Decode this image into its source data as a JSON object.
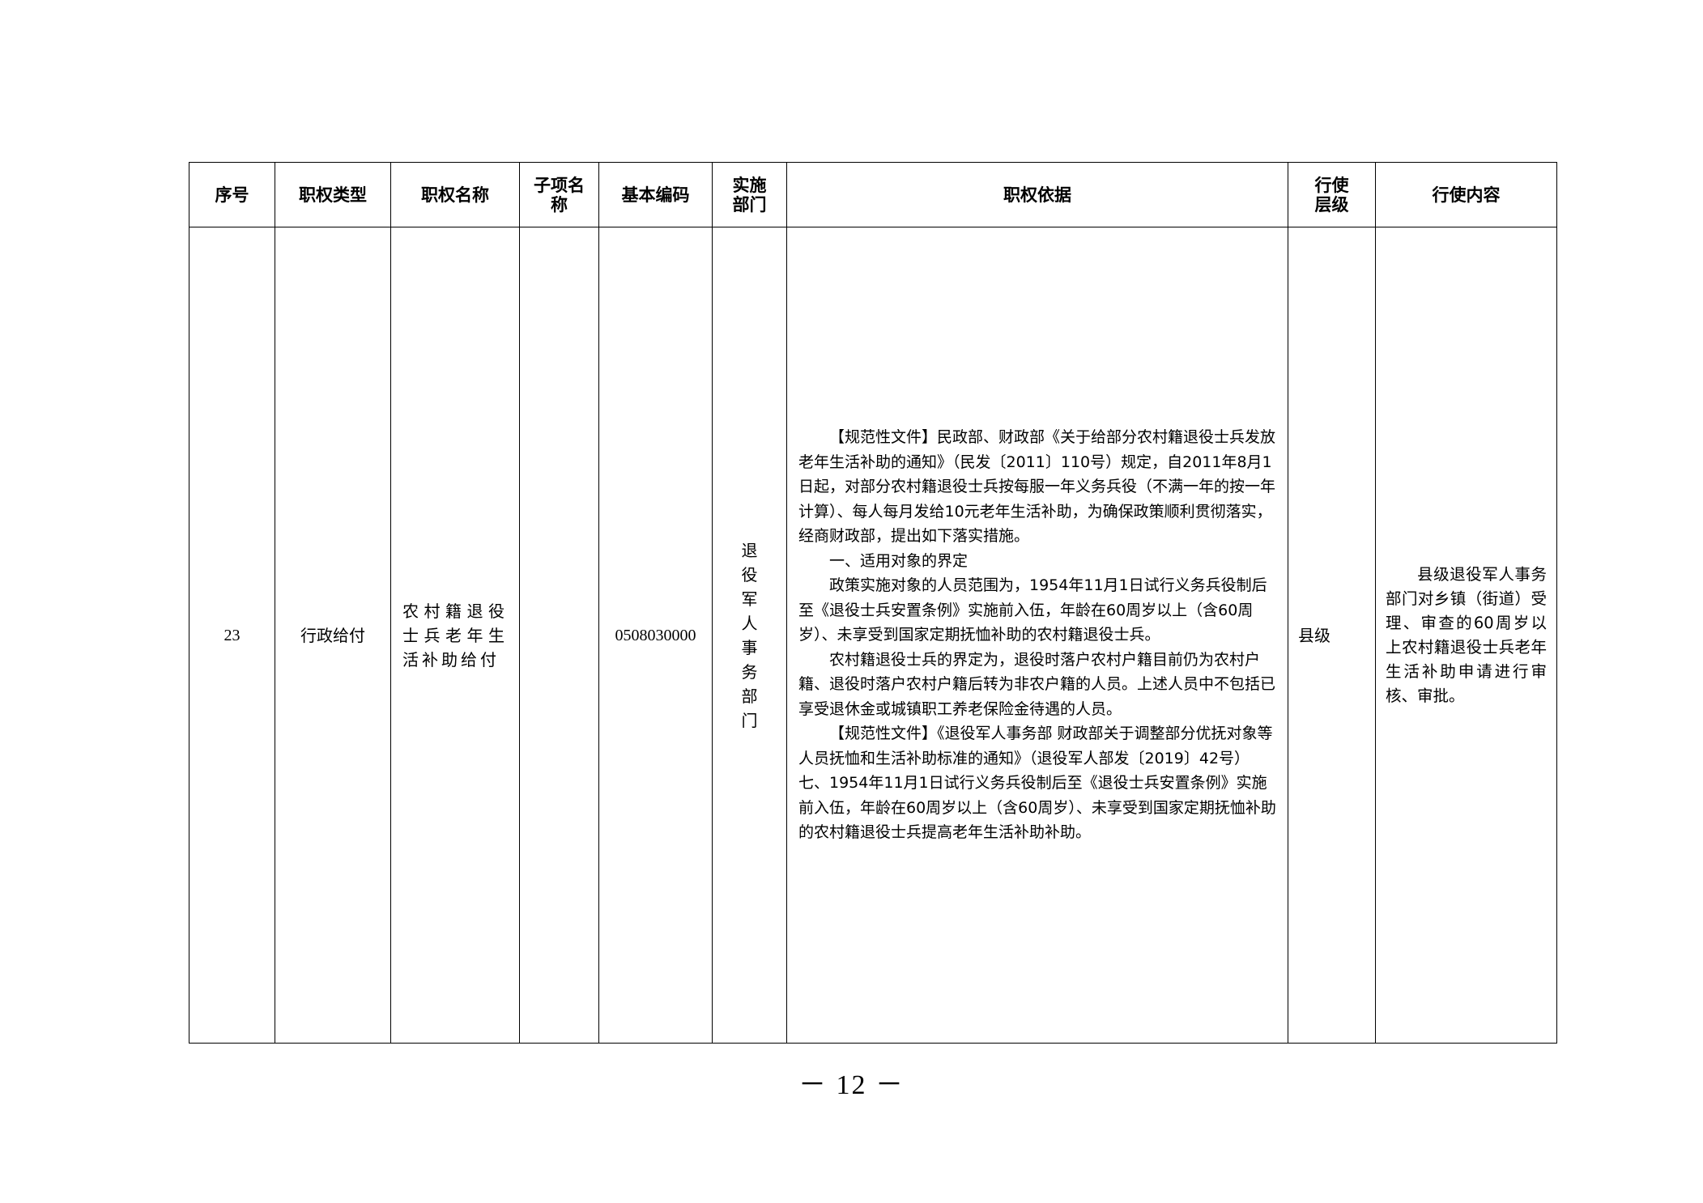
{
  "table": {
    "headers": [
      "序号",
      "职权类型",
      "职权名称",
      "子项名称",
      "基本编码",
      "实施部门",
      "职权依据",
      "行使层级",
      "行使内容"
    ],
    "row": {
      "seq": "23",
      "type": "行政给付",
      "name": "农村籍退役士兵老年生活补助给付",
      "subitem": "",
      "code": "0508030000",
      "department": "退役军人事务部门",
      "basis": [
        "【规范性文件】民政部、财政部《关于给部分农村籍退役士兵发放老年生活补助的通知》（民发〔2011〕110号）规定，自2011年8月1日起，对部分农村籍退役士兵按每服一年义务兵役（不满一年的按一年计算）、每人每月发给10元老年生活补助，为确保政策顺利贯彻落实，经商财政部，提出如下落实措施。",
        "一、适用对象的界定",
        "政策实施对象的人员范围为，1954年11月1日试行义务兵役制后至《退役士兵安置条例》实施前入伍，年龄在60周岁以上（含60周岁）、未享受到国家定期抚恤补助的农村籍退役士兵。",
        "农村籍退役士兵的界定为，退役时落户农村户籍目前仍为农村户籍、退役时落户农村户籍后转为非农户籍的人员。上述人员中不包括已享受退休金或城镇职工养老保险金待遇的人员。",
        "【规范性文件】《退役军人事务部 财政部关于调整部分优抚对象等人员抚恤和生活补助标准的通知》（退役军人部发〔2019〕42号）",
        "七、1954年11月1日试行义务兵役制后至《退役士兵安置条例》实施前入伍，年龄在60周岁以上（含60周岁）、未享受到国家定期抚恤补助的农村籍退役士兵提高老年生活补助补助。"
      ],
      "level": "县级",
      "content": "县级退役军人事务部门对乡镇（街道）受理、审查的60周岁以上农村籍退役士兵老年生活补助申请进行审核、审批。"
    }
  },
  "page": {
    "number": "－ 12 －"
  }
}
